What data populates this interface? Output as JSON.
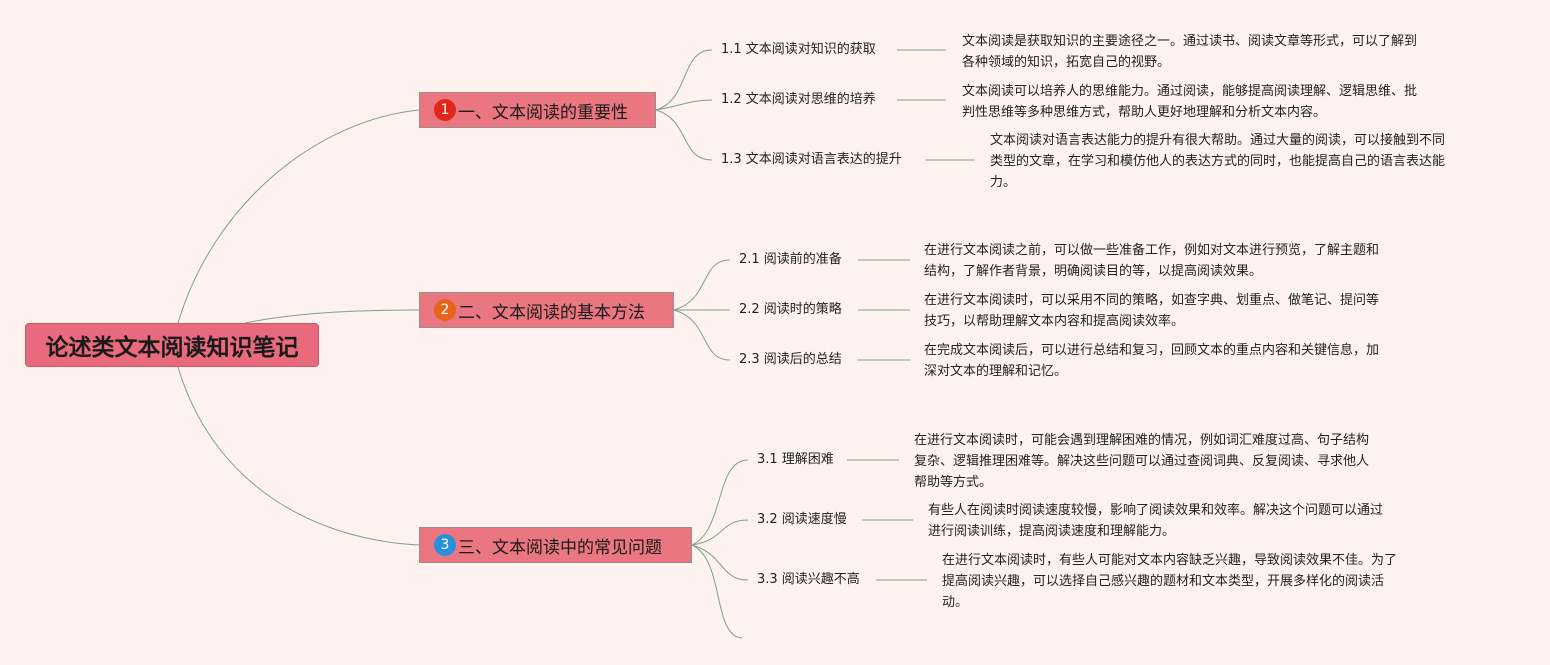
{
  "root": {
    "title": "论述类文本阅读知识笔记"
  },
  "colors": {
    "root_fill": "#e9697d",
    "topic_fill": "#ea7682",
    "line": "#7ea08a",
    "background": "#fdf2ee"
  },
  "topics": [
    {
      "badge": "1",
      "badge_color": "#e3261c",
      "title": "一、文本阅读的重要性",
      "items": [
        {
          "label": "1.1 文本阅读对知识的获取",
          "text": "文本阅读是获取知识的主要途径之一。通过读书、阅读文章等形式，可以了解到\n各种领域的知识，拓宽自己的视野。"
        },
        {
          "label": "1.2 文本阅读对思维的培养",
          "text": "文本阅读可以培养人的思维能力。通过阅读，能够提高阅读理解、逻辑思维、批\n判性思维等多种思维方式，帮助人更好地理解和分析文本内容。"
        },
        {
          "label": "1.3 文本阅读对语言表达的提升",
          "text": "文本阅读对语言表达能力的提升有很大帮助。通过大量的阅读，可以接触到不同\n类型的文章，在学习和模仿他人的表达方式的同时，也能提高自己的语言表达能\n力。"
        }
      ]
    },
    {
      "badge": "2",
      "badge_color": "#e8641b",
      "title": "二、文本阅读的基本方法",
      "items": [
        {
          "label": "2.1 阅读前的准备",
          "text": "在进行文本阅读之前，可以做一些准备工作，例如对文本进行预览，了解主题和\n结构，了解作者背景，明确阅读目的等，以提高阅读效果。"
        },
        {
          "label": "2.2 阅读时的策略",
          "text": "在进行文本阅读时，可以采用不同的策略，如查字典、划重点、做笔记、提问等\n技巧，以帮助理解文本内容和提高阅读效率。"
        },
        {
          "label": "2.3 阅读后的总结",
          "text": "在完成文本阅读后，可以进行总结和复习，回顾文本的重点内容和关键信息，加\n深对文本的理解和记忆。"
        }
      ]
    },
    {
      "badge": "3",
      "badge_color": "#2a90d8",
      "title": "三、文本阅读中的常见问题",
      "items": [
        {
          "label": "3.1 理解困难",
          "text": "在进行文本阅读时，可能会遇到理解困难的情况，例如词汇难度过高、句子结构\n复杂、逻辑推理困难等。解决这些问题可以通过查阅词典、反复阅读、寻求他人\n帮助等方式。"
        },
        {
          "label": "3.2 阅读速度慢",
          "text": "有些人在阅读时阅读速度较慢，影响了阅读效果和效率。解决这个问题可以通过\n进行阅读训练，提高阅读速度和理解能力。"
        },
        {
          "label": "3.3 阅读兴趣不高",
          "text": "在进行文本阅读时，有些人可能对文本内容缺乏兴趣，导致阅读效果不佳。为了\n提高阅读兴趣，可以选择自己感兴趣的题材和文本类型，开展多样化的阅读活\n动。"
        }
      ]
    }
  ]
}
